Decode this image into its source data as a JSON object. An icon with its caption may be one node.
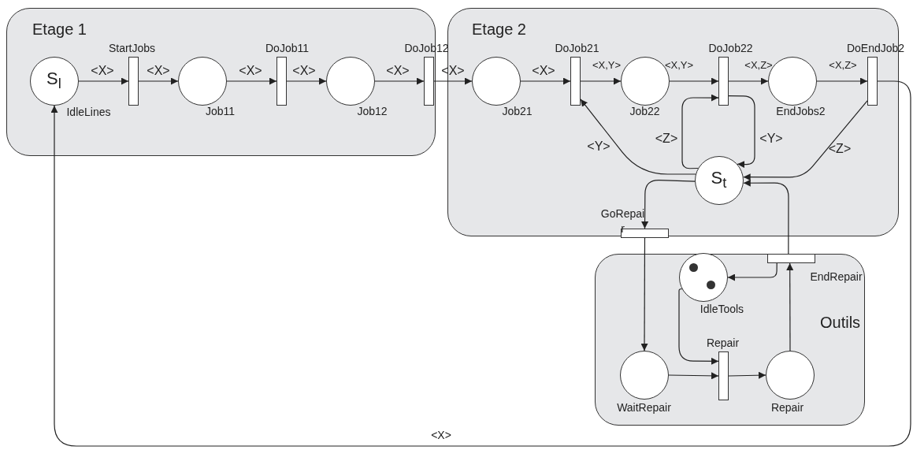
{
  "diagram": {
    "nodes": [
      {
        "text": [
          "Etage 1"
        ]
      },
      {
        "text": [
          "Etage 2"
        ]
      },
      {
        "text": [
          "Outils"
        ]
      },
      {
        "text": [
          "S$_{l}$"
        ],
        "in": 0,
        "beside": [
          "IdleLines"
        ]
      },
      {
        "text": [],
        "shape": "bar",
        "in": 0,
        "beside": [
          "StartJobs"
        ]
      },
      {
        "text": [],
        "shape": "circle",
        "in": 0,
        "beside": [
          "Job11"
        ]
      },
      {
        "text": [],
        "shape": "bar",
        "in": 0,
        "beside": [
          "DoJob11"
        ]
      },
      {
        "text": [],
        "shape": "circle",
        "in": 0,
        "beside": [
          "Job12"
        ]
      },
      {
        "text": [],
        "shape": "bar",
        "in": 0,
        "beside": [
          "DoJob12"
        ]
      },
      {
        "text": [],
        "shape": "circle",
        "in": 1,
        "beside": [
          "Job21"
        ]
      },
      {
        "text": [],
        "shape": "bar",
        "in": 1,
        "beside": [
          "DoJob21"
        ]
      },
      {
        "text": [],
        "shape": "circle",
        "in": 1,
        "beside": [
          "Job22"
        ]
      },
      {
        "text": [],
        "shape": "bar",
        "in": 1,
        "beside": [
          "DoJob22"
        ]
      },
      {
        "text": [],
        "shape": "circle",
        "in": 1,
        "beside": [
          "EndJobs2"
        ]
      },
      {
        "text": [],
        "shape": "bar",
        "in": 1,
        "beside": [
          "DoEndJob2"
        ]
      },
      {
        "text": [
          "S$_{t}$"
        ],
        "in": 1
      },
      {
        "text": [],
        "shape": "bar",
        "in": 1,
        "beside": [
          "GoRepair"
        ]
      },
      {
        "text": [],
        "shape": "circle",
        "in": 2,
        "beside": [
          "IdleTools"
        ]
      },
      {
        "text": [],
        "shape": "bar",
        "in": 2,
        "beside": [
          "EndRepair"
        ]
      },
      {
        "text": [],
        "shape": "circle",
        "in": 2,
        "beside": [
          "WaitRepair"
        ]
      },
      {
        "text": [],
        "shape": "bar",
        "in": 2,
        "beside": [
          "Repair"
        ]
      },
      {
        "text": [],
        "shape": "circle",
        "in": 2,
        "beside": [
          "Repair"
        ]
      }
    ],
    "edges": [
      {
        "from": 3,
        "to": 4,
        "arrow": "to",
        "label": "<X>"
      },
      {
        "from": 4,
        "to": 5,
        "arrow": "to",
        "label": "<X>"
      },
      {
        "from": 5,
        "to": 6,
        "arrow": "to",
        "label": "<X>"
      },
      {
        "from": 6,
        "to": 7,
        "arrow": "to",
        "label": "<X>"
      },
      {
        "from": 7,
        "to": 8,
        "arrow": "to",
        "label": "<X>"
      },
      {
        "from": 8,
        "to": 9,
        "arrow": "to",
        "label": "<X>"
      },
      {
        "from": 9,
        "to": 10,
        "arrow": "to",
        "label": "<X>"
      },
      {
        "from": 10,
        "to": 11,
        "arrow": "to",
        "label": "<X,Y>"
      },
      {
        "from": 11,
        "to": 12,
        "arrow": "to",
        "label": "<X,Y>"
      },
      {
        "from": 12,
        "to": 13,
        "arrow": "to",
        "label": "<X,Z>"
      },
      {
        "from": 13,
        "to": 14,
        "arrow": "to",
        "label": "<X,Z>"
      },
      {
        "from": 14,
        "to": 3,
        "arrow": "to",
        "label": "<X>"
      },
      {
        "from": 15,
        "to": 10,
        "arrow": "to",
        "label": "<Y>"
      },
      {
        "from": 15,
        "to": 12,
        "arrow": "to",
        "label": "<Z>"
      },
      {
        "from": 12,
        "to": 15,
        "arrow": "to",
        "label": "<Y>"
      },
      {
        "from": 14,
        "to": 15,
        "arrow": "to",
        "label": "<Z>"
      },
      {
        "from": 15,
        "to": 16,
        "arrow": "to"
      },
      {
        "from": 18,
        "to": 15,
        "arrow": "to"
      },
      {
        "from": 16,
        "to": 19,
        "arrow": "to"
      },
      {
        "from": 18,
        "to": 17,
        "arrow": "to"
      },
      {
        "from": 17,
        "to": 20,
        "arrow": "to"
      },
      {
        "from": 19,
        "to": 20,
        "arrow": "to"
      },
      {
        "from": 20,
        "to": 21,
        "arrow": "to"
      },
      {
        "from": 21,
        "to": 18,
        "arrow": "to"
      }
    ]
  }
}
